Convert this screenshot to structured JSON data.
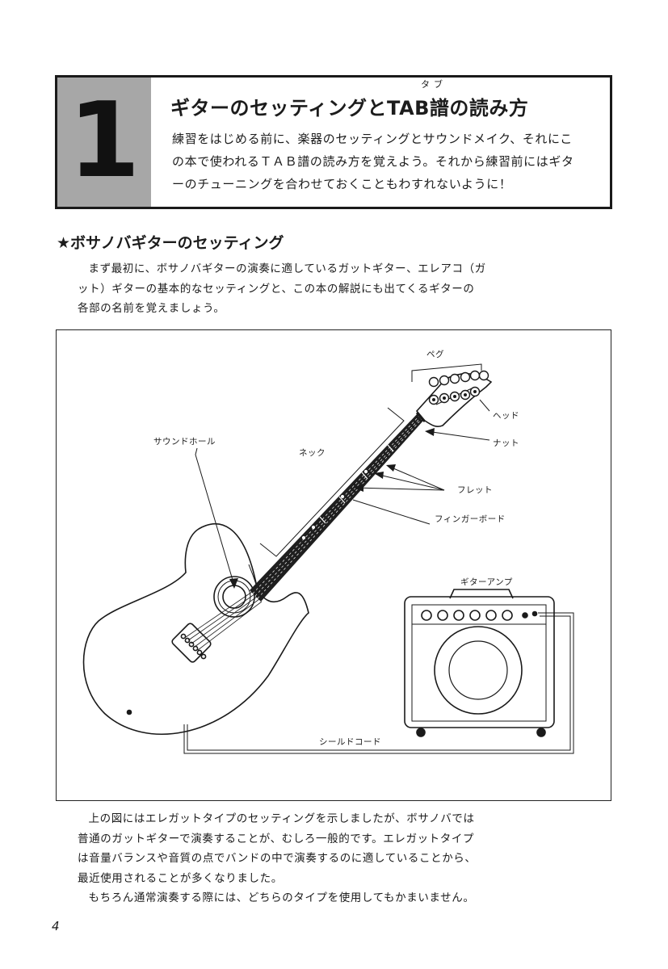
{
  "chapter": {
    "number": "1",
    "title": "ギターのセッティングとTAB譜の読み方",
    "ruby": "タブ",
    "description": [
      "練習をはじめる前に、楽器のセッティングとサウンドメイク、それにこ",
      "の本で使われるＴＡＢ譜の読み方を覚えよう。それから練習前にはギタ",
      "ーのチューニングを合わせておくこともわすれないように！"
    ]
  },
  "section": {
    "heading": "★ボサノバギターのセッティング",
    "intro": [
      "まず最初に、ボサノバギターの演奏に適しているガットギター、エレアコ（ガ",
      "ット）ギターの基本的なセッティングと、この本の解説にも出てくるギターの",
      "各部の名前を覚えましょう。"
    ]
  },
  "diagram": {
    "labels": {
      "peg": "ペグ",
      "head": "ヘッド",
      "nut": "ナット",
      "soundhole": "サウンドホール",
      "neck": "ネック",
      "fret": "フレット",
      "fingerboard": "フィンガーボード",
      "amp": "ギターアンプ",
      "cord": "シールドコード"
    }
  },
  "body_text": [
    "上の図にはエレガットタイプのセッティングを示しましたが、ボサノバでは",
    "普通のガットギターで演奏することが、むしろ一般的です。エレガットタイプ",
    "は音量バランスや音質の点でバンドの中で演奏するのに適していることから、",
    "最近使用されることが多くなりました。",
    "もちろん通常演奏する際には、どちらのタイプを使用してもかまいません。"
  ],
  "page_number": "4"
}
